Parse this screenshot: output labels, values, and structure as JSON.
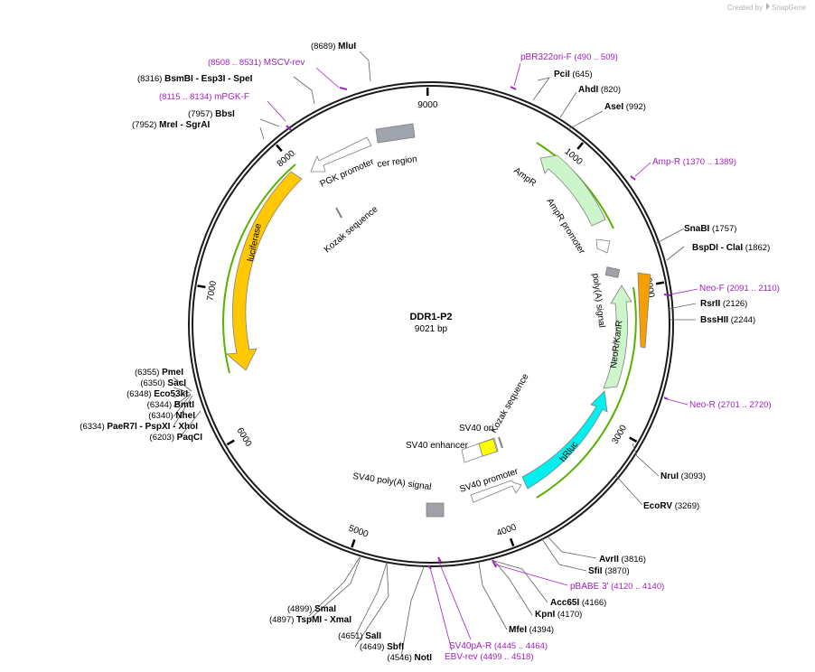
{
  "credit": {
    "text": "Created by",
    "brand": "SnapGene"
  },
  "plasmid": {
    "name": "DDR1-P2",
    "length_label": "9021 bp",
    "length": 9021
  },
  "ticks": [
    {
      "label": "1000",
      "pos": 1000
    },
    {
      "label": "2000",
      "pos": 2000
    },
    {
      "label": "3000",
      "pos": 3000
    },
    {
      "label": "4000",
      "pos": 4000
    },
    {
      "label": "5000",
      "pos": 5000
    },
    {
      "label": "6000",
      "pos": 6000
    },
    {
      "label": "7000",
      "pos": 7000
    },
    {
      "label": "8000",
      "pos": 8000
    },
    {
      "label": "9000",
      "pos": 9000
    }
  ],
  "sites": [
    {
      "id": "mlui",
      "names": [
        "MluI"
      ],
      "pos_label": "(8689)"
    },
    {
      "id": "pcii",
      "names": [
        "PciI"
      ],
      "pos_label": "(645)"
    },
    {
      "id": "ahdi",
      "names": [
        "AhdI"
      ],
      "pos_label": "(820)"
    },
    {
      "id": "asei",
      "names": [
        "AseI"
      ],
      "pos_label": "(992)"
    },
    {
      "id": "bsmbi",
      "names": [
        "BsmBI",
        "- Esp3I",
        "- SpeI"
      ],
      "pos_label": "(8316)"
    },
    {
      "id": "bbsi",
      "names": [
        "BbsI"
      ],
      "pos_label": "(7957)"
    },
    {
      "id": "mrei",
      "names": [
        "MreI",
        "- SgrAI"
      ],
      "pos_label": "(7952)"
    },
    {
      "id": "snabi",
      "names": [
        "SnaBI"
      ],
      "pos_label": "(1757)"
    },
    {
      "id": "bspdi",
      "names": [
        "BspDI",
        "- ClaI"
      ],
      "pos_label": "(1862)"
    },
    {
      "id": "rsrii",
      "names": [
        "RsrII"
      ],
      "pos_label": "(2126)"
    },
    {
      "id": "bsshii",
      "names": [
        "BssHII"
      ],
      "pos_label": "(2244)"
    },
    {
      "id": "pmei",
      "names": [
        "PmeI"
      ],
      "pos_label": "(6355)"
    },
    {
      "id": "saci",
      "names": [
        "SacI"
      ],
      "pos_label": "(6350)"
    },
    {
      "id": "eco53ki",
      "names": [
        "Eco53kI"
      ],
      "pos_label": "(6348)"
    },
    {
      "id": "bmti",
      "names": [
        "BmtI"
      ],
      "pos_label": "(6344)"
    },
    {
      "id": "nhei",
      "names": [
        "NheI"
      ],
      "pos_label": "(6340)"
    },
    {
      "id": "paer7i",
      "names": [
        "PaeR7I",
        "- PspXI",
        "- XhoI"
      ],
      "pos_label": "(6334)"
    },
    {
      "id": "paqci",
      "names": [
        "PaqCI"
      ],
      "pos_label": "(6203)"
    },
    {
      "id": "nrui",
      "names": [
        "NruI"
      ],
      "pos_label": "(3093)"
    },
    {
      "id": "ecorv",
      "names": [
        "EcoRV"
      ],
      "pos_label": "(3269)"
    },
    {
      "id": "avrii",
      "names": [
        "AvrII"
      ],
      "pos_label": "(3816)"
    },
    {
      "id": "sfii",
      "names": [
        "SfiI"
      ],
      "pos_label": "(3870)"
    },
    {
      "id": "acc65i",
      "names": [
        "Acc65I"
      ],
      "pos_label": "(4166)"
    },
    {
      "id": "kpni",
      "names": [
        "KpnI"
      ],
      "pos_label": "(4170)"
    },
    {
      "id": "mfei",
      "names": [
        "MfeI"
      ],
      "pos_label": "(4394)"
    },
    {
      "id": "smai",
      "names": [
        "SmaI"
      ],
      "pos_label": "(4899)"
    },
    {
      "id": "tspmi",
      "names": [
        "TspMI",
        "- XmaI"
      ],
      "pos_label": "(4897)"
    },
    {
      "id": "sali",
      "names": [
        "SalI"
      ],
      "pos_label": "(4651)"
    },
    {
      "id": "sbfi",
      "names": [
        "SbfI"
      ],
      "pos_label": "(4649)"
    },
    {
      "id": "noti",
      "names": [
        "NotI"
      ],
      "pos_label": "(4546)"
    }
  ],
  "primers": [
    {
      "id": "mscv-rev",
      "name": "MSCV-rev",
      "range": "(8508 .. 8531)"
    },
    {
      "id": "mpgk-f",
      "name": "mPGK-F",
      "range": "(8115 .. 8134)"
    },
    {
      "id": "pbr322ori-f",
      "name": "pBR322ori-F",
      "range": "(490 .. 509)"
    },
    {
      "id": "amp-r",
      "name": "Amp-R",
      "range": "(1370 .. 1389)"
    },
    {
      "id": "neo-f",
      "name": "Neo-F",
      "range": "(2091 .. 2110)"
    },
    {
      "id": "neo-r",
      "name": "Neo-R",
      "range": "(2701 .. 2720)"
    },
    {
      "id": "pbabe3",
      "name": "pBABE 3'",
      "range": "(4120 .. 4140)"
    },
    {
      "id": "sv40pa-r",
      "name": "SV40pA-R",
      "range": "(4445 .. 4464)"
    },
    {
      "id": "ebv-rev",
      "name": "EBV-rev",
      "range": "(4499 .. 4518)"
    }
  ],
  "features": [
    {
      "id": "luciferase",
      "name": "luciferase",
      "color": "#ffc800"
    },
    {
      "id": "ampr",
      "name": "AmpR",
      "color": "#ccf5cc"
    },
    {
      "id": "ampr-promoter",
      "name": "AmpR promoter",
      "color": "#ffffff"
    },
    {
      "id": "neo",
      "name": "NeoR/KanR",
      "color": "#ccf5cc"
    },
    {
      "id": "hluc",
      "name": "hRluc",
      "color": "#00f0f0"
    },
    {
      "id": "polya",
      "name": "poly(A) signal",
      "color": "#a0a0a8"
    },
    {
      "id": "sv40-promoter",
      "name": "SV40 promoter",
      "color": "#ffffff"
    },
    {
      "id": "sv40-polya",
      "name": "SV40 poly(A) signal",
      "color": "#a0a0a8"
    },
    {
      "id": "sv40-ori",
      "name": "SV40 ori",
      "color": "#ffff00"
    },
    {
      "id": "sv40-enhancer",
      "name": "SV40 enhancer",
      "color": "#ffffff"
    },
    {
      "id": "kozak1",
      "name": "Kozak sequence",
      "color": "#808080"
    },
    {
      "id": "kozak2",
      "name": "Kozak sequence",
      "color": "#808080"
    },
    {
      "id": "pgk",
      "name": "PGK promoter",
      "color": "#ffffff"
    },
    {
      "id": "cer",
      "name": "cer region",
      "color": "#a0a4ac"
    }
  ],
  "colors": {
    "primer": "#a020c0",
    "orf": "#58b000",
    "ring": "#000000"
  }
}
